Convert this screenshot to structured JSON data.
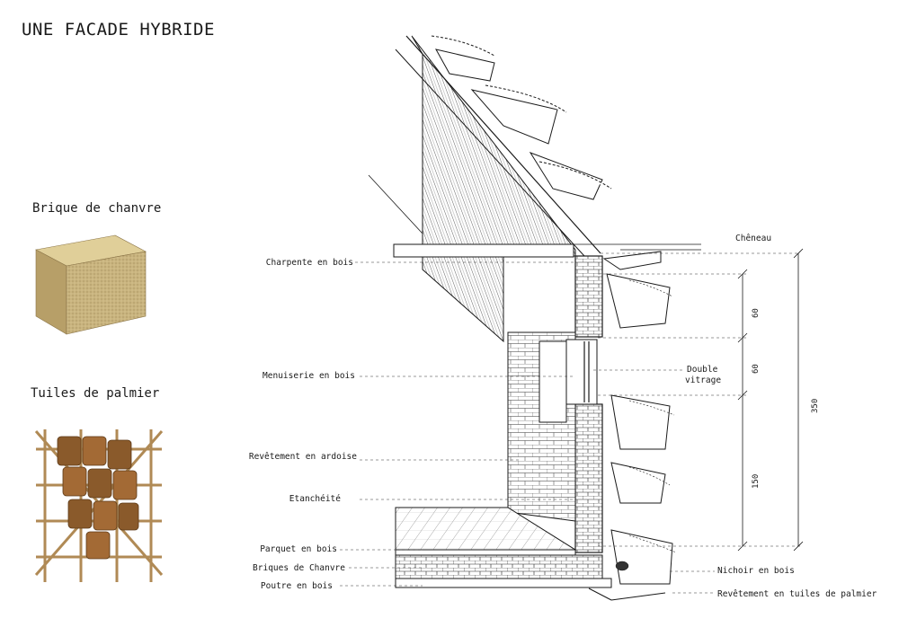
{
  "title": "UNE FACADE HYBRIDE",
  "materials": {
    "brick_label": "Brique de chanvre",
    "tiles_label": "Tuiles de palmier"
  },
  "labels_left": {
    "charpente": "Charpente en bois",
    "menuiserie": "Menuiserie en bois",
    "revetement_ardoise": "Revêtement en ardoise",
    "etancheite": "Etanchéité",
    "parquet": "Parquet en bois",
    "briques": "Briques de Chanvre",
    "poutre": "Poutre en bois"
  },
  "labels_right": {
    "cheneau": "Chêneau",
    "double_vitrage_1": "Double",
    "double_vitrage_2": "vitrage",
    "nichoir": "Nichoir en bois",
    "revetement_tuiles": "Revêtement en tuiles de palmier"
  },
  "dimensions": {
    "d60a": "60",
    "d60b": "60",
    "d150": "150",
    "d350": "350"
  },
  "colors": {
    "ink": "#1a1a1a",
    "brick_light": "#c9b47f",
    "brick_dark": "#9c8655",
    "bamboo": "#b08a55",
    "palm_tile": "#8a5a2b"
  }
}
